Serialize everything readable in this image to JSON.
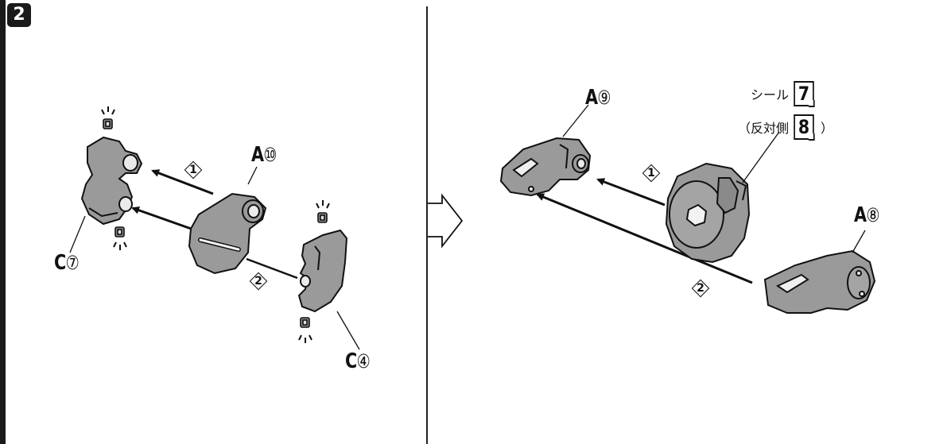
{
  "step": "2",
  "left_panel": {
    "parts": {
      "c7": {
        "letter": "C",
        "num": "⑦"
      },
      "a10": {
        "letter": "A",
        "num": "⑩"
      },
      "c4": {
        "letter": "C",
        "num": "④"
      }
    },
    "order": [
      "1",
      "2"
    ]
  },
  "right_panel": {
    "parts": {
      "a9": {
        "letter": "A",
        "num": "⑨"
      },
      "a8": {
        "letter": "A",
        "num": "⑧"
      }
    },
    "seal": {
      "label": "シール",
      "number": "7",
      "opposite_open": "（反対側",
      "opposite_number": "8",
      "opposite_close": "）"
    },
    "order": [
      "1",
      "2"
    ]
  },
  "colors": {
    "part_fill": "#9a9a9a",
    "part_shadow": "#6e6e6e",
    "line": "#111111"
  }
}
